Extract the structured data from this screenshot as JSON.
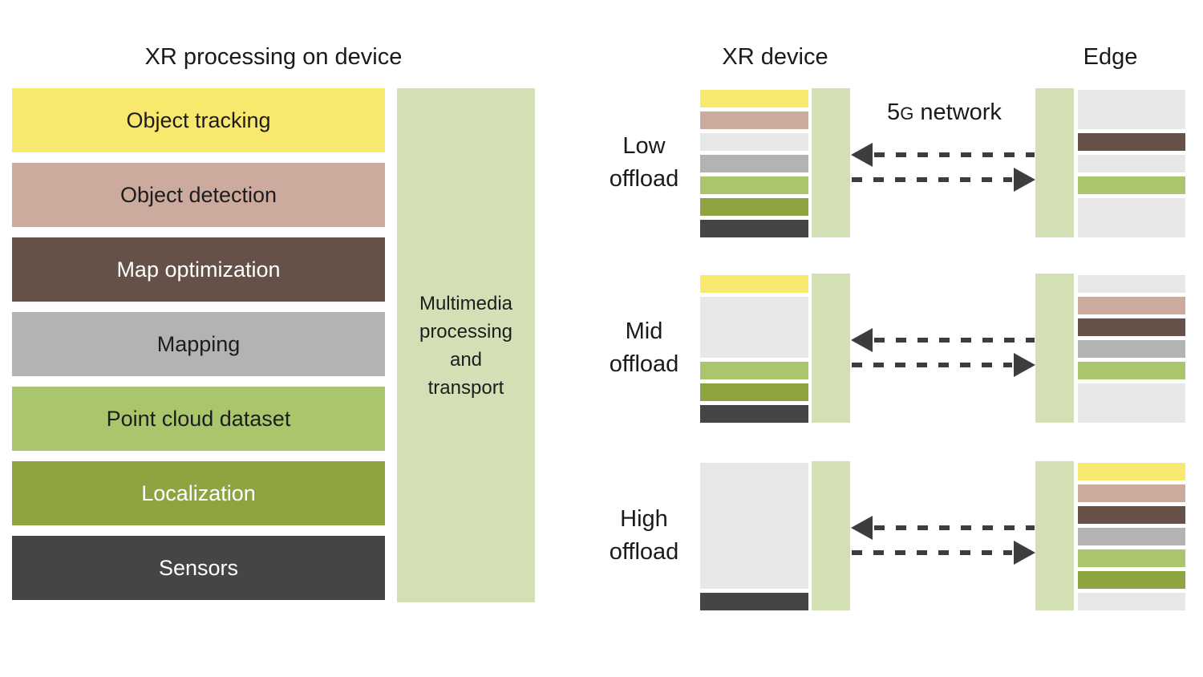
{
  "left_panel": {
    "title": "XR processing on device",
    "tasks": [
      {
        "id": "object_tracking",
        "label": "Object tracking",
        "text_color": "#1d1d1d"
      },
      {
        "id": "object_detection",
        "label": "Object detection",
        "text_color": "#1d1d1d"
      },
      {
        "id": "map_optimization",
        "label": "Map optimization",
        "text_color": "#ffffff"
      },
      {
        "id": "mapping",
        "label": "Mapping",
        "text_color": "#1d1d1d"
      },
      {
        "id": "point_cloud_dataset",
        "label": "Point cloud dataset",
        "text_color": "#1d1d1d"
      },
      {
        "id": "localization",
        "label": "Localization",
        "text_color": "#ffffff"
      },
      {
        "id": "sensors",
        "label": "Sensors",
        "text_color": "#ffffff"
      }
    ],
    "multimedia": {
      "line1": "Multimedia",
      "line2": "processing",
      "line3": "and",
      "line4": "transport"
    }
  },
  "right_panel": {
    "device_header": "XR device",
    "edge_header": "Edge",
    "network_label": {
      "part1": "5",
      "part2": "G",
      "part3": " network"
    },
    "rows": [
      {
        "id": "low",
        "label_line1": "Low",
        "label_line2": "offload",
        "device_stack": [
          {
            "task": "object_tracking",
            "units": 1
          },
          {
            "task": "object_detection",
            "units": 1
          },
          {
            "task": "empty",
            "units": 1
          },
          {
            "task": "mapping",
            "units": 1
          },
          {
            "task": "point_cloud_dataset",
            "units": 1
          },
          {
            "task": "localization",
            "units": 1
          },
          {
            "task": "sensors",
            "units": 1
          }
        ],
        "edge_stack": [
          {
            "task": "empty",
            "units": 2
          },
          {
            "task": "map_optimization",
            "units": 1
          },
          {
            "task": "empty",
            "units": 1
          },
          {
            "task": "point_cloud_dataset",
            "units": 1
          },
          {
            "task": "empty",
            "units": 2
          }
        ]
      },
      {
        "id": "mid",
        "label_line1": "Mid",
        "label_line2": "offload",
        "device_stack": [
          {
            "task": "object_tracking",
            "units": 1
          },
          {
            "task": "empty",
            "units": 3
          },
          {
            "task": "point_cloud_dataset",
            "units": 1
          },
          {
            "task": "localization",
            "units": 1
          },
          {
            "task": "sensors",
            "units": 1
          }
        ],
        "edge_stack": [
          {
            "task": "empty",
            "units": 1
          },
          {
            "task": "object_detection",
            "units": 1
          },
          {
            "task": "map_optimization",
            "units": 1
          },
          {
            "task": "mapping",
            "units": 1
          },
          {
            "task": "point_cloud_dataset",
            "units": 1
          },
          {
            "task": "empty",
            "units": 2
          }
        ]
      },
      {
        "id": "high",
        "label_line1": "High",
        "label_line2": "offload",
        "device_stack": [
          {
            "task": "empty",
            "units": 6
          },
          {
            "task": "sensors",
            "units": 1
          }
        ],
        "edge_stack": [
          {
            "task": "object_tracking",
            "units": 1
          },
          {
            "task": "object_detection",
            "units": 1
          },
          {
            "task": "map_optimization",
            "units": 1
          },
          {
            "task": "mapping",
            "units": 1
          },
          {
            "task": "point_cloud_dataset",
            "units": 1
          },
          {
            "task": "localization",
            "units": 1
          },
          {
            "task": "empty",
            "units": 1
          }
        ]
      }
    ]
  },
  "palette": {
    "object_tracking": "#f8e96e",
    "object_detection": "#cdaa9e",
    "map_optimization": "#665149",
    "mapping": "#b3b3b3",
    "point_cloud_dataset": "#a9c66c",
    "localization": "#8da440",
    "sensors": "#454545",
    "empty": "#e7e7e7",
    "multimedia": "#d3dfb5",
    "arrow": "#3d3d3d"
  }
}
